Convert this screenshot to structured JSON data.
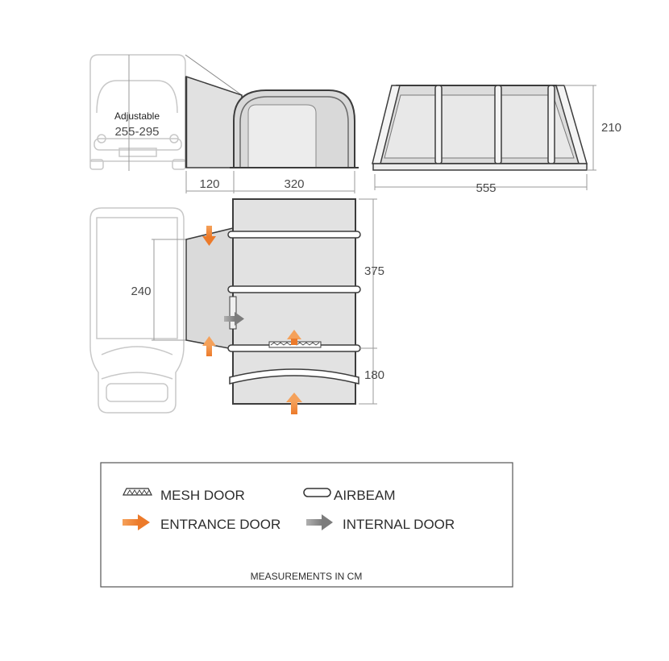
{
  "side_view": {
    "adjustable_label": "Adjustable",
    "adjustable_range": "255-295",
    "dim_connector": "120",
    "dim_tent_width": "320"
  },
  "front_view": {
    "dim_length": "555",
    "dim_height": "210"
  },
  "floor_plan": {
    "dim_van_side": "240",
    "dim_main": "375",
    "dim_porch": "180"
  },
  "legend": {
    "mesh_door": "MESH DOOR",
    "airbeam": "AIRBEAM",
    "entrance_door": "ENTRANCE DOOR",
    "internal_door": "INTERNAL DOOR",
    "note": "MEASUREMENTS IN CM"
  },
  "colors": {
    "entrance_arrow": "#f08a3a",
    "internal_arrow": "#8c8c8c",
    "line": "#3c3c3c",
    "faded": "#c8c8c8",
    "tent_fill": "#e2e2e2"
  }
}
